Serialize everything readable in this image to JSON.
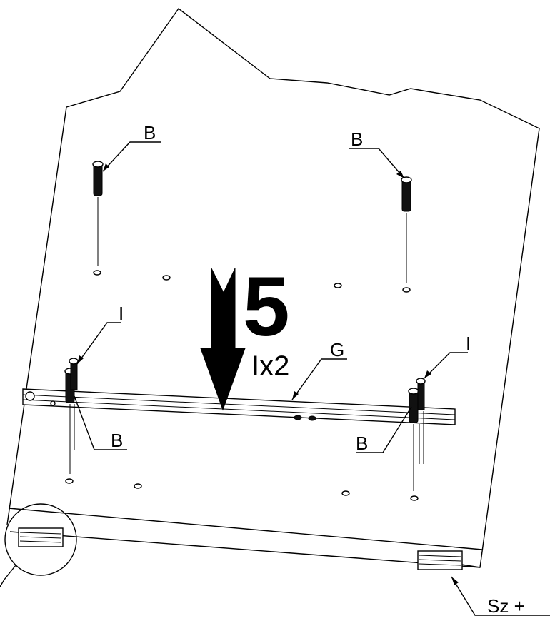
{
  "step": {
    "number": "5",
    "quantity": "Ix2"
  },
  "labels": {
    "b_top_left": "B",
    "b_top_right": "B",
    "b_bottom_left": "B",
    "b_bottom_right": "B",
    "i_left": "I",
    "i_right": "I",
    "g_rail": "G",
    "sz_plus": "Sz +"
  }
}
